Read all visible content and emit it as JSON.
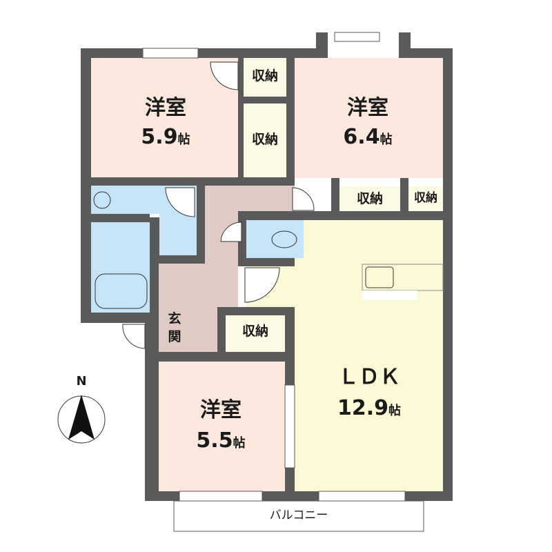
{
  "colors": {
    "wall": "#5a5a5a",
    "western_room": "#fbe7dc",
    "ldk": "#fbf8d6",
    "storage": "#fbf8e3",
    "wet_area": "#c6e4f7",
    "hall": "#dfcac4"
  },
  "rooms": [
    {
      "name": "洋室",
      "size": "5.9",
      "unit": "帖"
    },
    {
      "name": "洋室",
      "size": "6.4",
      "unit": "帖"
    },
    {
      "name": "洋室",
      "size": "5.5",
      "unit": "帖"
    },
    {
      "name": "ＬＤＫ",
      "size": "12.9",
      "unit": "帖"
    }
  ],
  "storage_label": "収納",
  "entrance_label": [
    "玄",
    "関"
  ],
  "balcony_label": "バルコニー",
  "compass": {
    "label": "N"
  }
}
